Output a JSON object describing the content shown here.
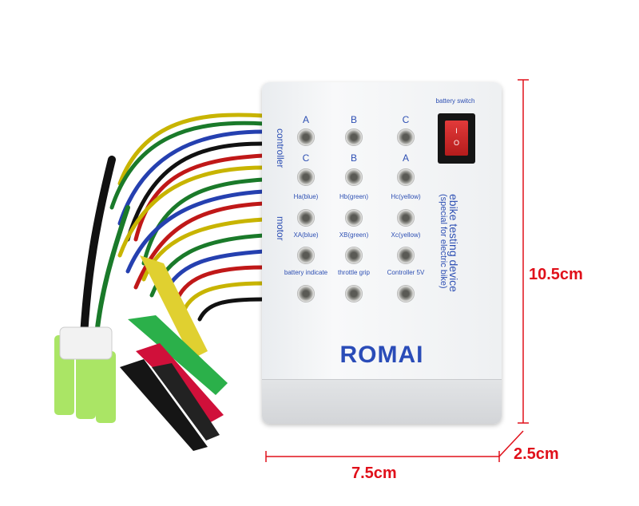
{
  "device": {
    "brand": "ROMAI",
    "battery_switch_label": "battery switch",
    "switch_on_symbol": "I",
    "switch_off_symbol": "O",
    "side_labels": {
      "controller": "controller",
      "motor": "motor"
    },
    "title": "ebike testing device",
    "subtitle": "(special for electric bike)",
    "row1_labels": [
      "A",
      "B",
      "C"
    ],
    "row2_labels": [
      "C",
      "B",
      "A"
    ],
    "row3_labels": [
      "Ha(blue)",
      "Hb(green)",
      "Hc(yellow)"
    ],
    "row4_labels": [
      "XA(blue)",
      "XB(green)",
      "Xc(yellow)"
    ],
    "row5_labels": [
      "battery indicate",
      "throttle grip",
      "Controller 5V"
    ]
  },
  "dimensions": {
    "height": "10.5cm",
    "width": "7.5cm",
    "depth": "2.5cm"
  },
  "colors": {
    "dimension": "#e0101a",
    "label_blue": "#2d4fb3"
  }
}
